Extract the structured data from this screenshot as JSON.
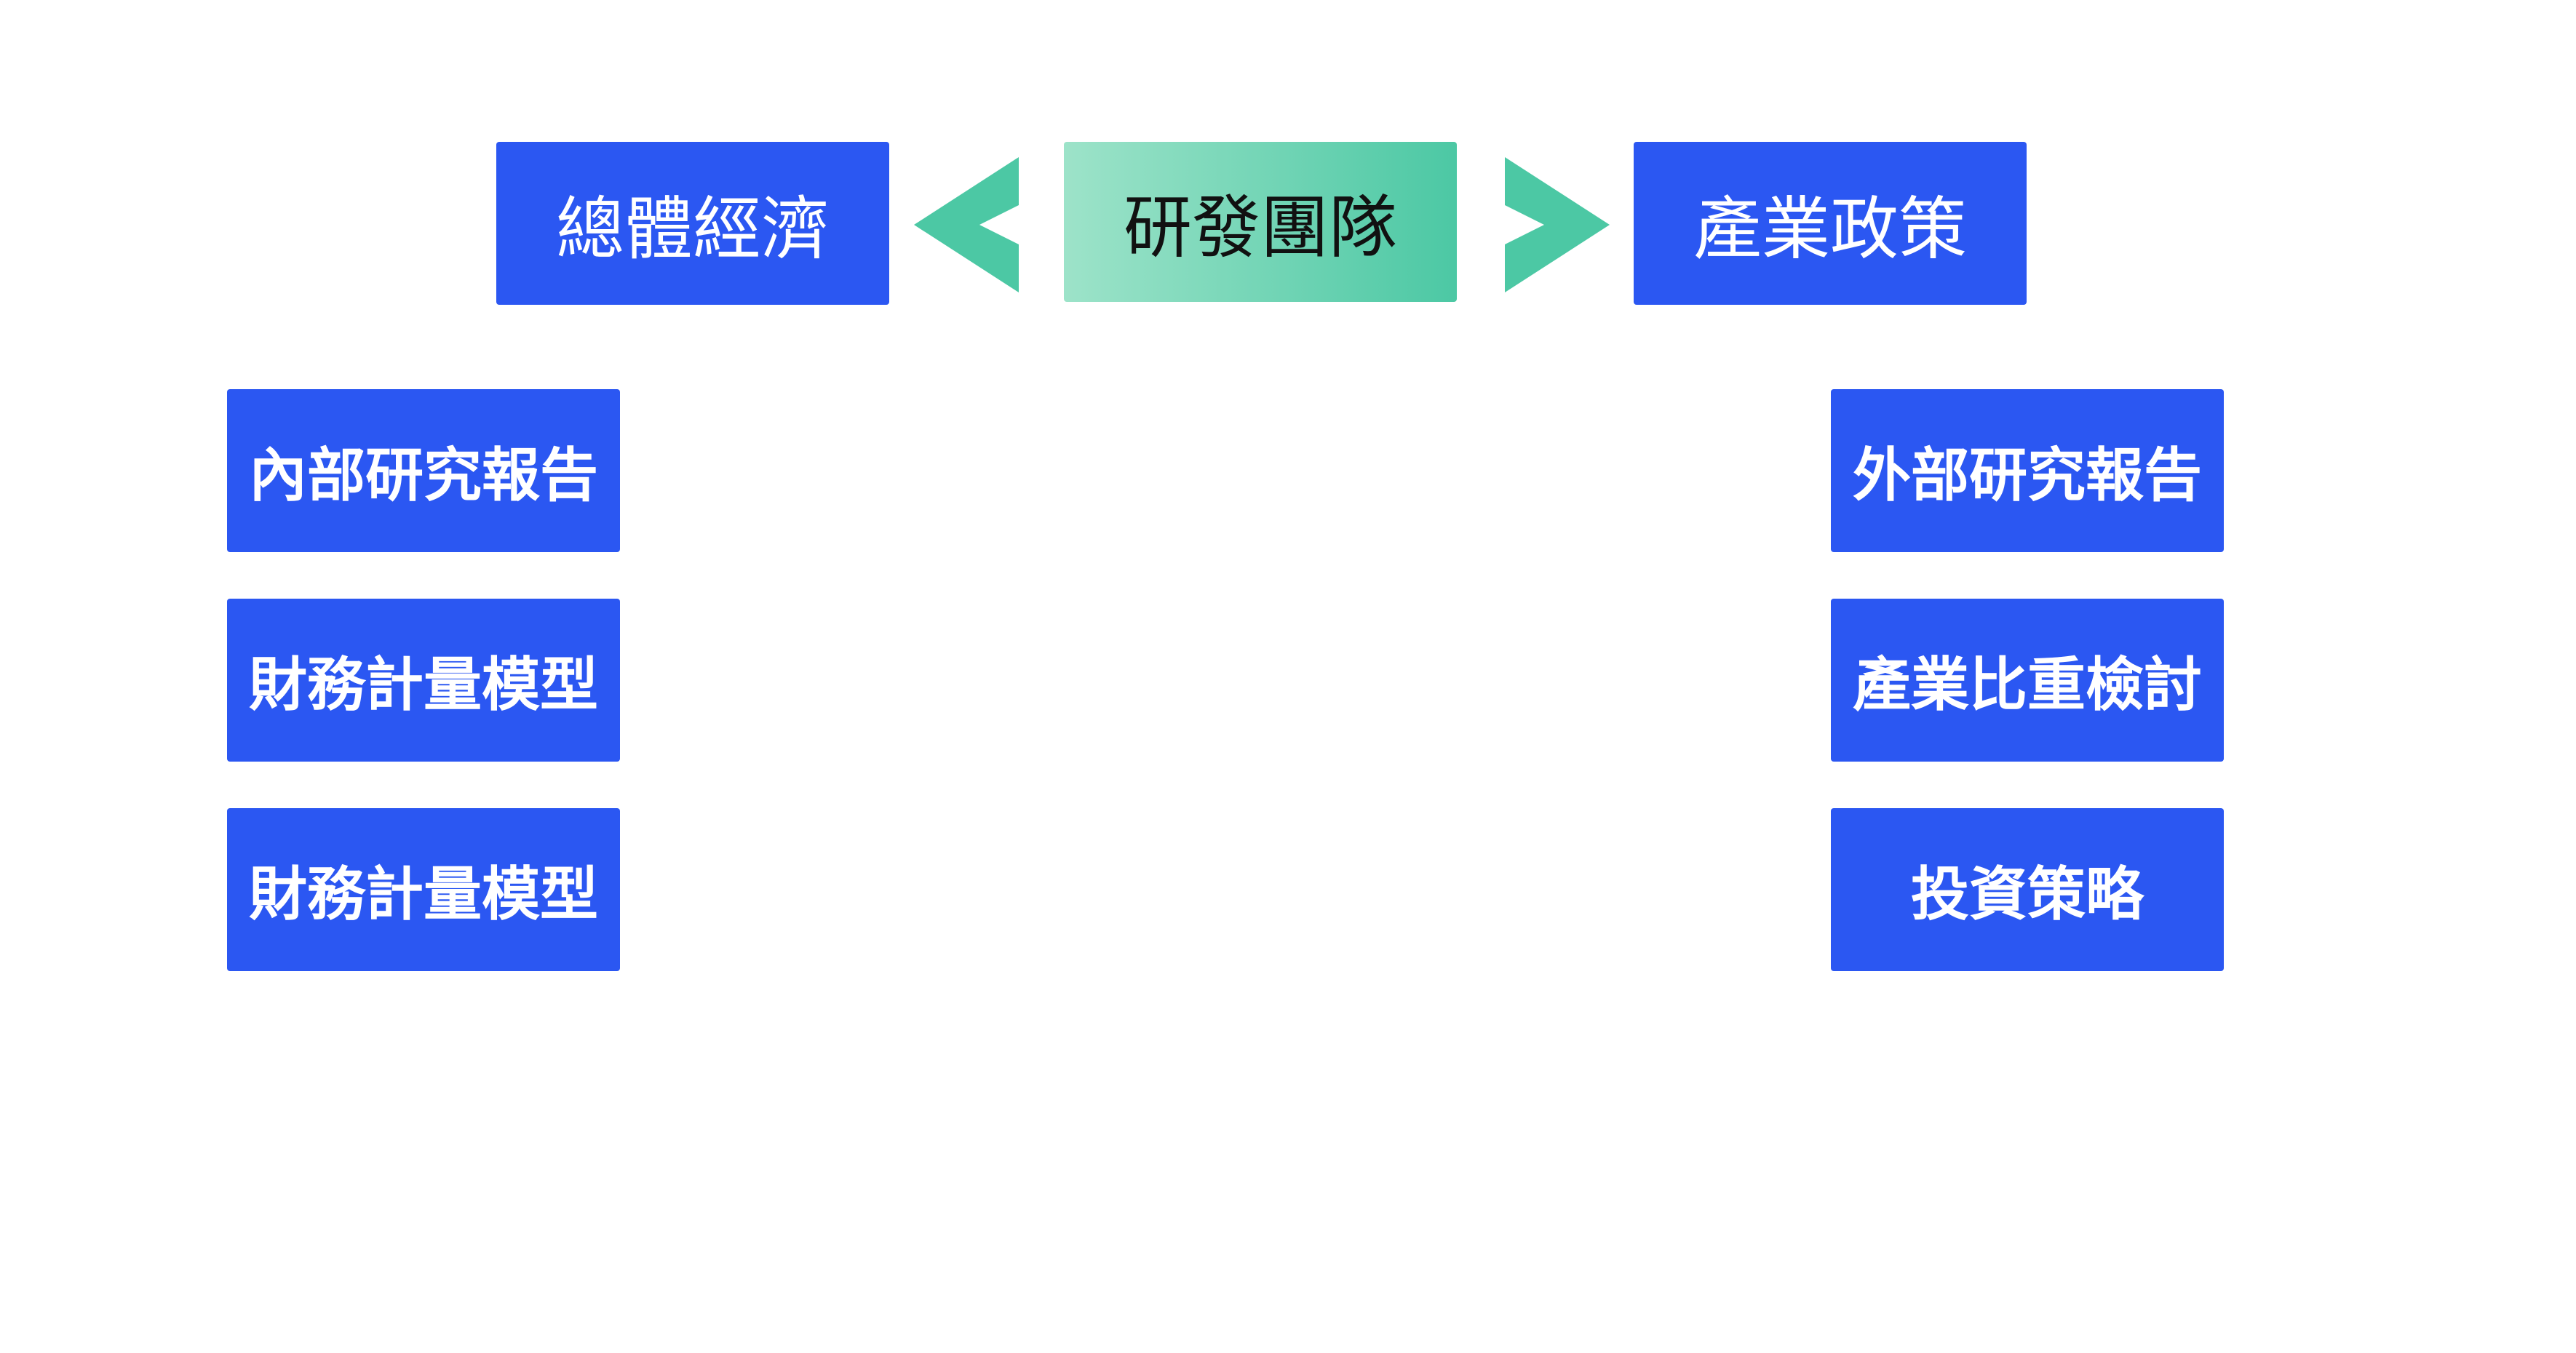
{
  "diagram": {
    "center": {
      "label": "研發團隊"
    },
    "left_branch": {
      "label": "總體經濟"
    },
    "right_branch": {
      "label": "產業政策"
    },
    "left_items": [
      {
        "label": "內部研究報告"
      },
      {
        "label": "財務計量模型"
      },
      {
        "label": "財務計量模型"
      }
    ],
    "right_items": [
      {
        "label": "外部研究報告"
      },
      {
        "label": "產業比重檢討"
      },
      {
        "label": "投資策略"
      }
    ],
    "colors": {
      "box_blue": "#2b57f2",
      "arrow_green": "#4cc8a4",
      "center_gradient_start": "#9de3c9",
      "center_gradient_end": "#4cc8a4"
    },
    "icons": {
      "left_connector": "chevron-left-icon",
      "right_connector": "chevron-right-icon"
    }
  }
}
